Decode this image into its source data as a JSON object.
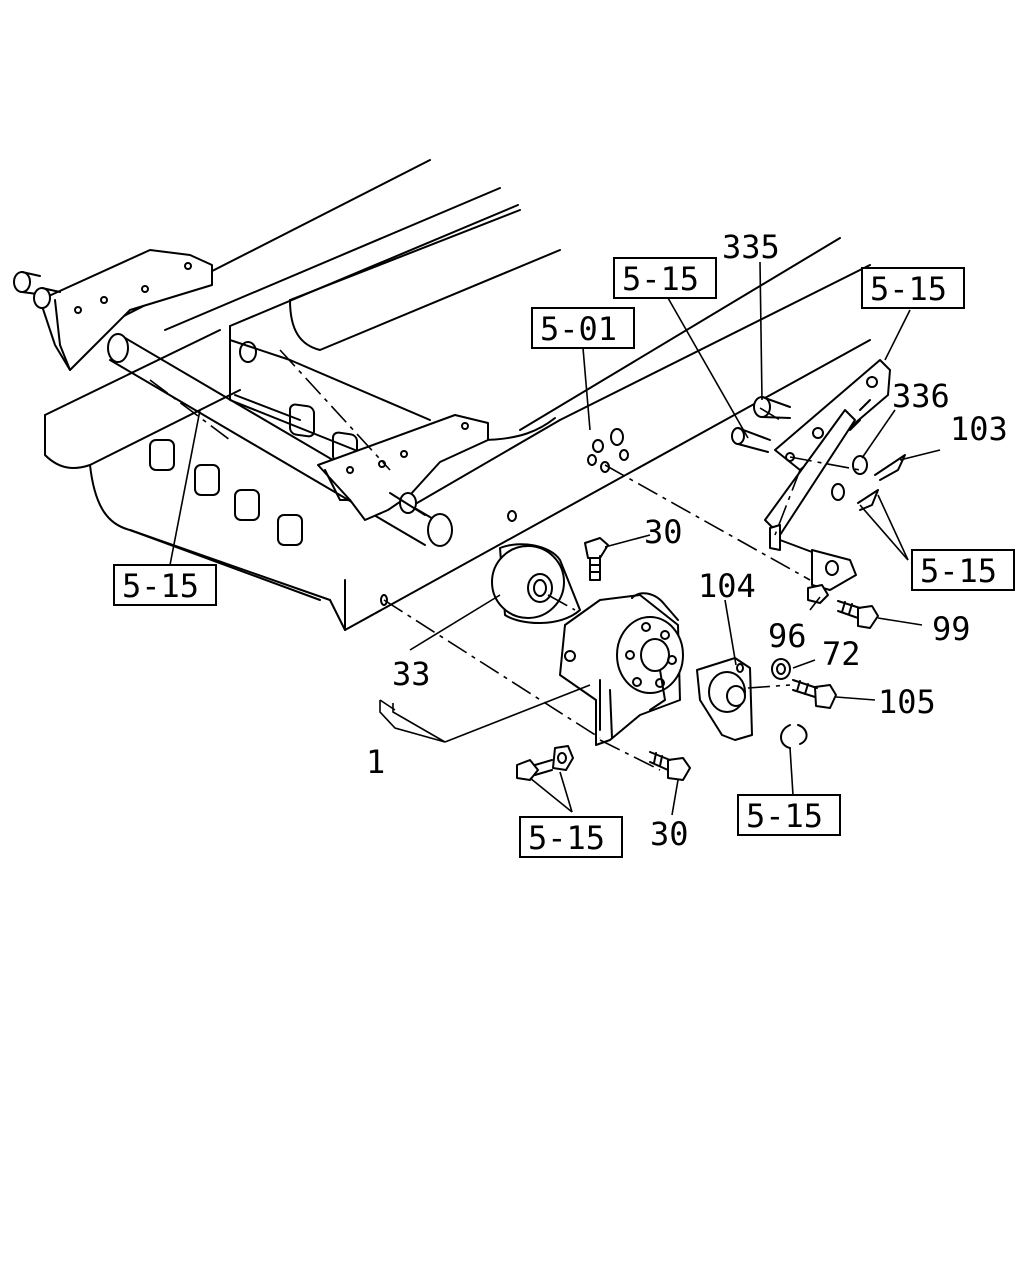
{
  "diagram": {
    "background": "#ffffff",
    "line_color": "#000000",
    "callouts": [
      {
        "id": "c335",
        "text": "335",
        "boxed": false
      },
      {
        "id": "c515a",
        "text": "5-15",
        "boxed": true
      },
      {
        "id": "c515b",
        "text": "5-15",
        "boxed": true
      },
      {
        "id": "c501",
        "text": "5-01",
        "boxed": true
      },
      {
        "id": "c336",
        "text": "336",
        "boxed": false
      },
      {
        "id": "c103",
        "text": "103",
        "boxed": false
      },
      {
        "id": "c30a",
        "text": "30",
        "boxed": false
      },
      {
        "id": "c104",
        "text": "104",
        "boxed": false
      },
      {
        "id": "c515c",
        "text": "5-15",
        "boxed": true
      },
      {
        "id": "c515d",
        "text": "5-15",
        "boxed": true
      },
      {
        "id": "c96",
        "text": "96",
        "boxed": false
      },
      {
        "id": "c99",
        "text": "99",
        "boxed": false
      },
      {
        "id": "c72",
        "text": "72",
        "boxed": false
      },
      {
        "id": "c33",
        "text": "33",
        "boxed": false
      },
      {
        "id": "c105",
        "text": "105",
        "boxed": false
      },
      {
        "id": "c1",
        "text": "1",
        "boxed": false
      },
      {
        "id": "c515e",
        "text": "5-15",
        "boxed": true
      },
      {
        "id": "c515f",
        "text": "5-15",
        "boxed": true
      },
      {
        "id": "c30b",
        "text": "30",
        "boxed": false
      }
    ]
  }
}
